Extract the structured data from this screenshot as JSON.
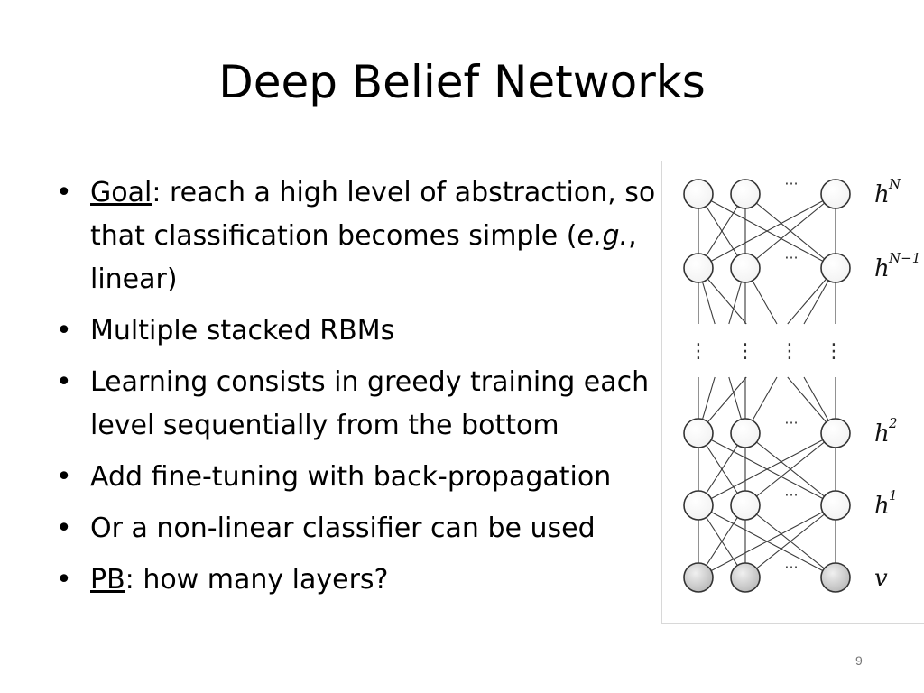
{
  "title": "Deep Belief Networks",
  "bullets": [
    {
      "head": "Goal",
      "text_before": ": reach a high level of abstraction, so that classification becomes simple (",
      "italic": "e.g.",
      "text_after": ", linear)"
    },
    {
      "text": "Multiple stacked RBMs"
    },
    {
      "text": "Learning consists in greedy training each level sequentially from the bottom"
    },
    {
      "text": "Add fine-tuning with back-propagation"
    },
    {
      "text": "Or a non-linear classifier can be used"
    },
    {
      "head": "PB",
      "text_after": ": how many layers?"
    }
  ],
  "bullet_char": "•",
  "figure": {
    "ellipsis": "···",
    "vdots": "⋮",
    "layers": [
      {
        "label": "h",
        "sup": "N"
      },
      {
        "label": "h",
        "sup": "N−1"
      },
      {
        "label": "h",
        "sup": "2"
      },
      {
        "label": "h",
        "sup": "1"
      },
      {
        "label": "v",
        "sup": ""
      }
    ]
  },
  "page_number": "9"
}
